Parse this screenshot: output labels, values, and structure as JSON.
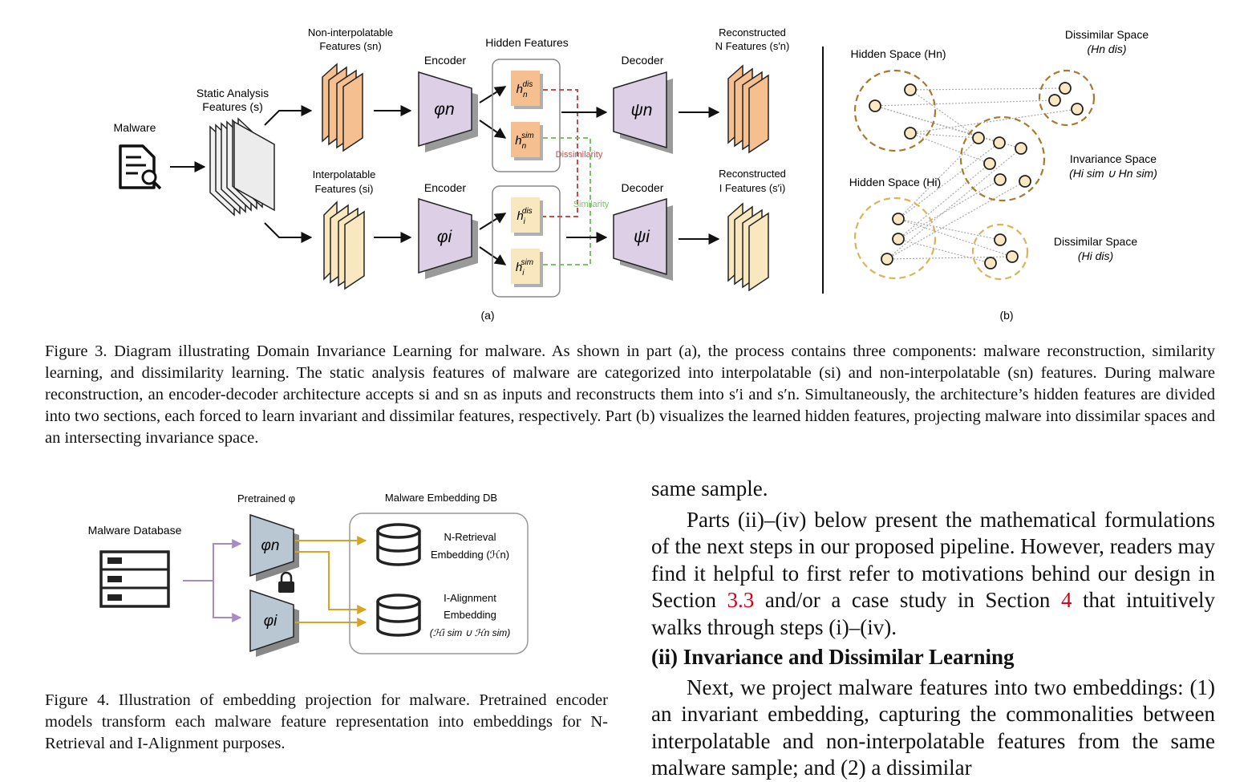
{
  "figure3": {
    "part_a": {
      "malware_label": "Malware",
      "static_features_label_line1": "Static Analysis",
      "static_features_label_line2": "Features (s)",
      "non_interp_label_line1": "Non-interpolatable",
      "non_interp_label_line2": "Features (sn)",
      "interp_label_line1": "Interpolatable",
      "interp_label_line2": "Features (si)",
      "encoder_top_label": "Encoder",
      "encoder_bottom_label": "Encoder",
      "encoder_top_symbol": "φn",
      "encoder_bottom_symbol": "φi",
      "hidden_features_label": "Hidden Features",
      "h_n_dis": "hn dis",
      "h_n_sim": "hn sim",
      "h_i_dis": "hi dis",
      "h_i_sim": "hi sim",
      "dissimilarity_label": "Dissimilarity",
      "similarity_label": "Similarity",
      "decoder_top_label": "Decoder",
      "decoder_bottom_label": "Decoder",
      "decoder_top_symbol": "ψn",
      "decoder_bottom_symbol": "ψi",
      "recon_n_line1": "Reconstructed",
      "recon_n_line2": "N Features (s′n)",
      "recon_i_line1": "Reconstructed",
      "recon_i_line2": "I Features (s′i)",
      "part_label": "(a)"
    },
    "part_b": {
      "hidden_space_n": "Hidden Space (Hn)",
      "hidden_space_i": "Hidden Space (Hi)",
      "dissimilar_space_top_line1": "Dissimilar Space",
      "dissimilar_space_top_line2": "(Hn dis)",
      "invariance_space_line1": "Invariance Space",
      "invariance_space_line2": "(Hi sim ∪ Hn sim)",
      "dissimilar_space_bottom_line1": "Dissimilar Space",
      "dissimilar_space_bottom_line2": "(Hi dis)",
      "part_label": "(b)"
    },
    "caption": "Figure 3. Diagram illustrating Domain Invariance Learning for malware. As shown in part (a), the process contains three components: malware reconstruction, similarity learning, and dissimilarity learning. The static analysis features of malware are categorized into interpolatable (si) and non-interpolatable (sn) features. During malware reconstruction, an encoder-decoder architecture accepts si and sn as inputs and reconstructs them into s′i and s′n. Simultaneously, the architecture’s hidden features are divided into two sections, each forced to learn invariant and dissimilar features, respectively. Part (b) visualizes the learned hidden features, projecting malware into dissimilar spaces and an intersecting invariance space."
  },
  "figure4": {
    "pretrained_label": "Pretrained φ",
    "embedding_db_label": "Malware Embedding DB",
    "malware_db_label": "Malware Database",
    "encoder_n_symbol": "φn",
    "encoder_i_symbol": "φi",
    "n_retrieval_line1": "N-Retrieval",
    "n_retrieval_line2": "Embedding (ℋn)",
    "i_alignment_line1": "I-Alignment",
    "i_alignment_line2": "Embedding",
    "i_alignment_line3": "(ℋi sim ∪ ℋn sim)",
    "caption": "Figure 4. Illustration of embedding projection for malware. Pretrained encoder models transform each malware feature representation into embeddings for N-Retrieval and I-Alignment purposes."
  },
  "right_column": {
    "line_top": "same sample.",
    "para1_before_ref1": "Parts (ii)–(iv) below present the mathematical formulations of the next steps in our proposed pipeline. However, readers may find it helpful to first refer to motivations behind our design in Section ",
    "ref1": "3.3",
    "para1_between": " and/or a case study in Section ",
    "ref2": "4",
    "para1_after": " that intuitively walks through steps (i)–(iv).",
    "heading": "(ii) Invariance and Dissimilar Learning",
    "para2": "Next, we project malware features into two embeddings: (1) an invariant embedding, capturing the commonalities between interpolatable and non-interpolatable features from the same malware sample; and (2) a dissimilar"
  },
  "colors": {
    "encoder_fill": "#ddd0e6",
    "orange_fill": "#f5bf8f",
    "cream_fill": "#f8e7bf",
    "pretrained_fill": "#b9c7d3",
    "dissim_red": "#c0504d",
    "sim_green": "#7ac36a",
    "gold_arrow": "#d9a521",
    "purple_arrow": "#a98ac9",
    "circle_brown": "#a57a2e",
    "circle_gold": "#d8b45a"
  }
}
